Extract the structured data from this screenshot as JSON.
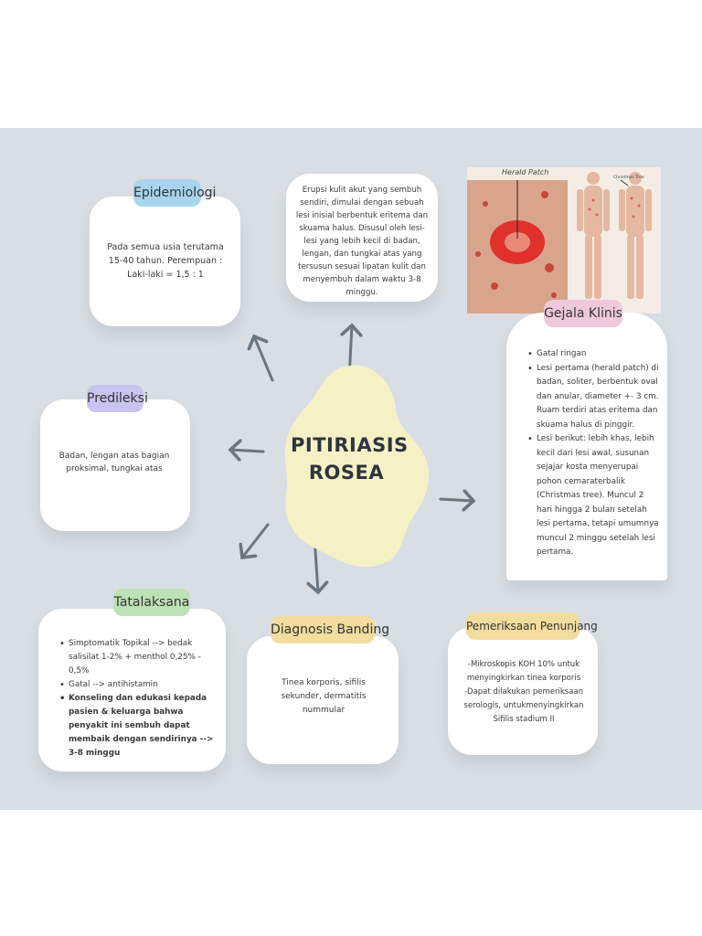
{
  "center": {
    "line1": "PITIRIASIS",
    "line2": "ROSEA"
  },
  "epidemiologi": {
    "label": "Epidemiologi",
    "text": "Pada semua usia terutama 15-40 tahun. Perempuan : Laki-laki = 1,5 : 1"
  },
  "definisi": {
    "text": "Erupsi kulit akut yang sembuh sendiri, dimulai dengan sebuah lesi inisial berbentuk eritema dan skuama halus. Disusul oleh lesi-lesi yang lebih kecil di badan, lengan, dan tungkai atas yang tersusun sesuai lipatan kulit dan menyembuh dalam waktu 3-8 minggu."
  },
  "photo": {
    "label1": "Herald Patch",
    "label2": "Christmas Tree"
  },
  "gejala": {
    "label": "Gejala Klinis",
    "items": [
      "Gatal ringan",
      "Lesi pertama (herald patch) di badan, soliter, berbentuk oval dan anular, diameter +- 3 cm. Ruam terdiri atas eritema dan skuama halus di pinggir.",
      "Lesi berikut: lebih khas, lebih kecil dari lesi awal, susunan sejajar kosta menyerupai pohon cemaraterbalik (Christmas tree). Muncul 2 hari hingga 2 bulan setelah lesi pertama, tetapi umumnya muncul 2 minggu setelah lesi pertama."
    ]
  },
  "predileksi": {
    "label": "Predileksi",
    "text": "Badan, lengan atas bagian proksimal, tungkai atas"
  },
  "tatalaksana": {
    "label": "Tatalaksana",
    "items": [
      "Simptomatik Topikal --> bedak salisilat 1-2% + menthol 0,25% - 0,5%",
      "Gatal --> antihistamin",
      "Konseling dan edukasi kepada pasien & keluarga bahwa penyakit ini sembuh dapat membaik dengan sendirinya --> 3-8 minggu"
    ]
  },
  "diagnosis": {
    "label": "Diagnosis Banding",
    "text": "Tinea korporis, sifilis sekunder, dermatitis nummular"
  },
  "penunjang": {
    "label": "Pemeriksaan Penunjang",
    "line1": "-Mikroskopis KOH 10% untuk menyingkirkan tinea korporis",
    "line2": "-Dapat dilakukan pemeriksaan serologis, untukmenyingkirkan Sifilis stadium II"
  },
  "colors": {
    "background": "#d9dee4",
    "blob": "#f4f2c4",
    "epidemiologi_label": "#a9d4ee",
    "predileksi_label": "#c9c3ef",
    "gejala_label": "#efc9d9",
    "tatalaksana_label": "#bde2b5",
    "diagnosis_label": "#f2dc9e",
    "penunjang_label": "#f2dc9e",
    "arrow": "#6c7680"
  }
}
